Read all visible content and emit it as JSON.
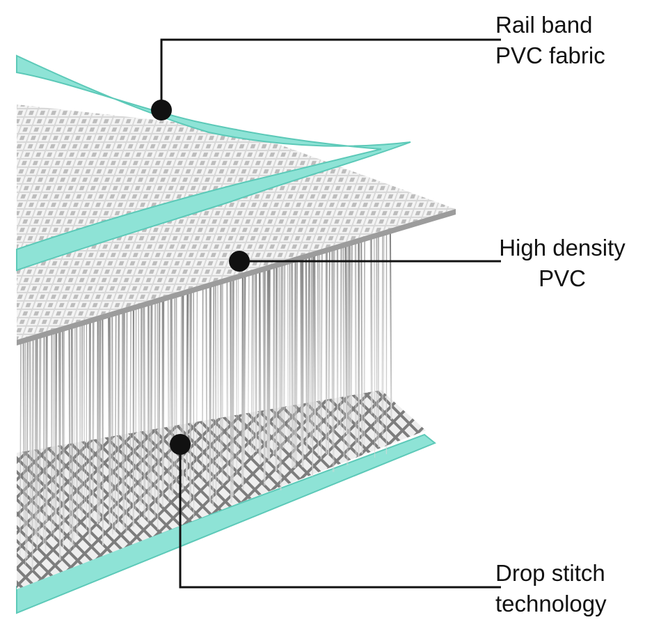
{
  "callouts": {
    "rail_band": {
      "line1": "Rail band",
      "line2": "PVC fabric"
    },
    "high_density": {
      "line1": "High density",
      "line2": "PVC"
    },
    "drop_stitch": {
      "line1": "Drop stitch",
      "line2": "technology"
    }
  },
  "colors": {
    "teal": "#8ee3d6",
    "teal_edge": "#5cc9b8",
    "mesh_light": "#f2f2f2",
    "mesh_dark": "#8f8f8f",
    "fiber": "#9a9a9a",
    "leader": "#111111"
  }
}
